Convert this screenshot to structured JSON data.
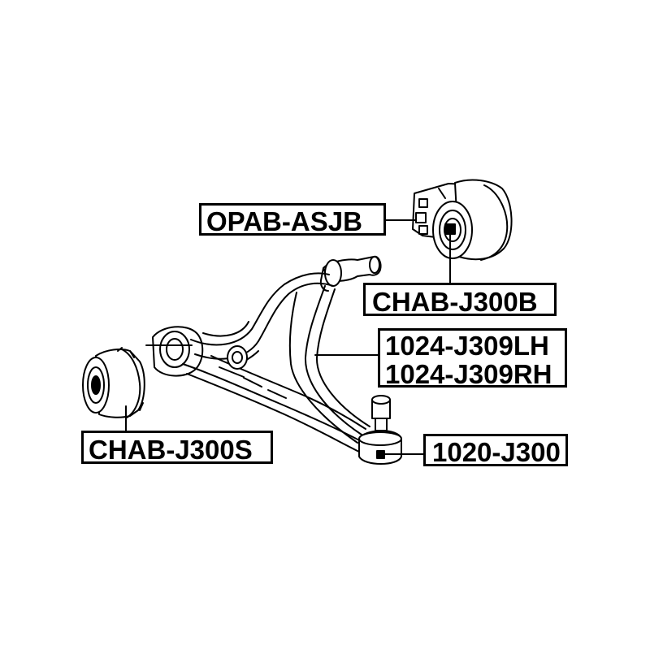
{
  "labels": {
    "bushing_small": "OPAB-ASJB",
    "bushing_rear": "CHAB-J300B",
    "arm_left": "1024-J309LH",
    "arm_right": "1024-J309RH",
    "bushing_front": "CHAB-J300S",
    "ball_joint": "1020-J300"
  },
  "colors": {
    "line": "#000000",
    "background": "#ffffff"
  }
}
